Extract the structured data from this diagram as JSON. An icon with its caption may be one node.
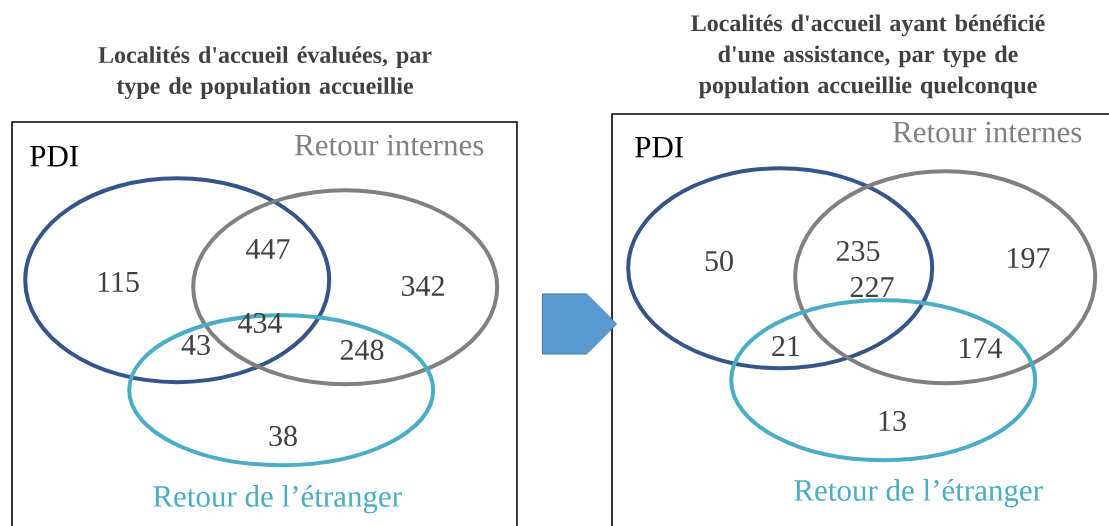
{
  "diagram": {
    "nodes": [
      {
        "text": [
          "Localités d'accueil évaluées, par type de population accueillie"
        ]
      },
      {
        "text": [
          "Localités d'accueil ayant bénéficié d'une assistance, par type de population accueillie quelconque"
        ]
      },
      {
        "text": [
          "PDI"
        ],
        "in": 0
      },
      {
        "text": [
          "Retour internes"
        ],
        "in": 0
      },
      {
        "text": [
          "Retour de l’étranger"
        ],
        "in": 0
      },
      {
        "text": [
          "PDI"
        ],
        "in": 1
      },
      {
        "text": [
          "Retour internes"
        ],
        "in": 1
      },
      {
        "text": [
          "Retour de l’étranger"
        ],
        "in": 1
      }
    ],
    "edges": [
      {
        "from": 0,
        "to": 1,
        "arrow": "to"
      }
    ],
    "labels": [
      "115",
      "447",
      "342",
      "43",
      "434",
      "248",
      "38",
      "50",
      "235",
      "197",
      "227",
      "21",
      "174",
      "13"
    ]
  }
}
